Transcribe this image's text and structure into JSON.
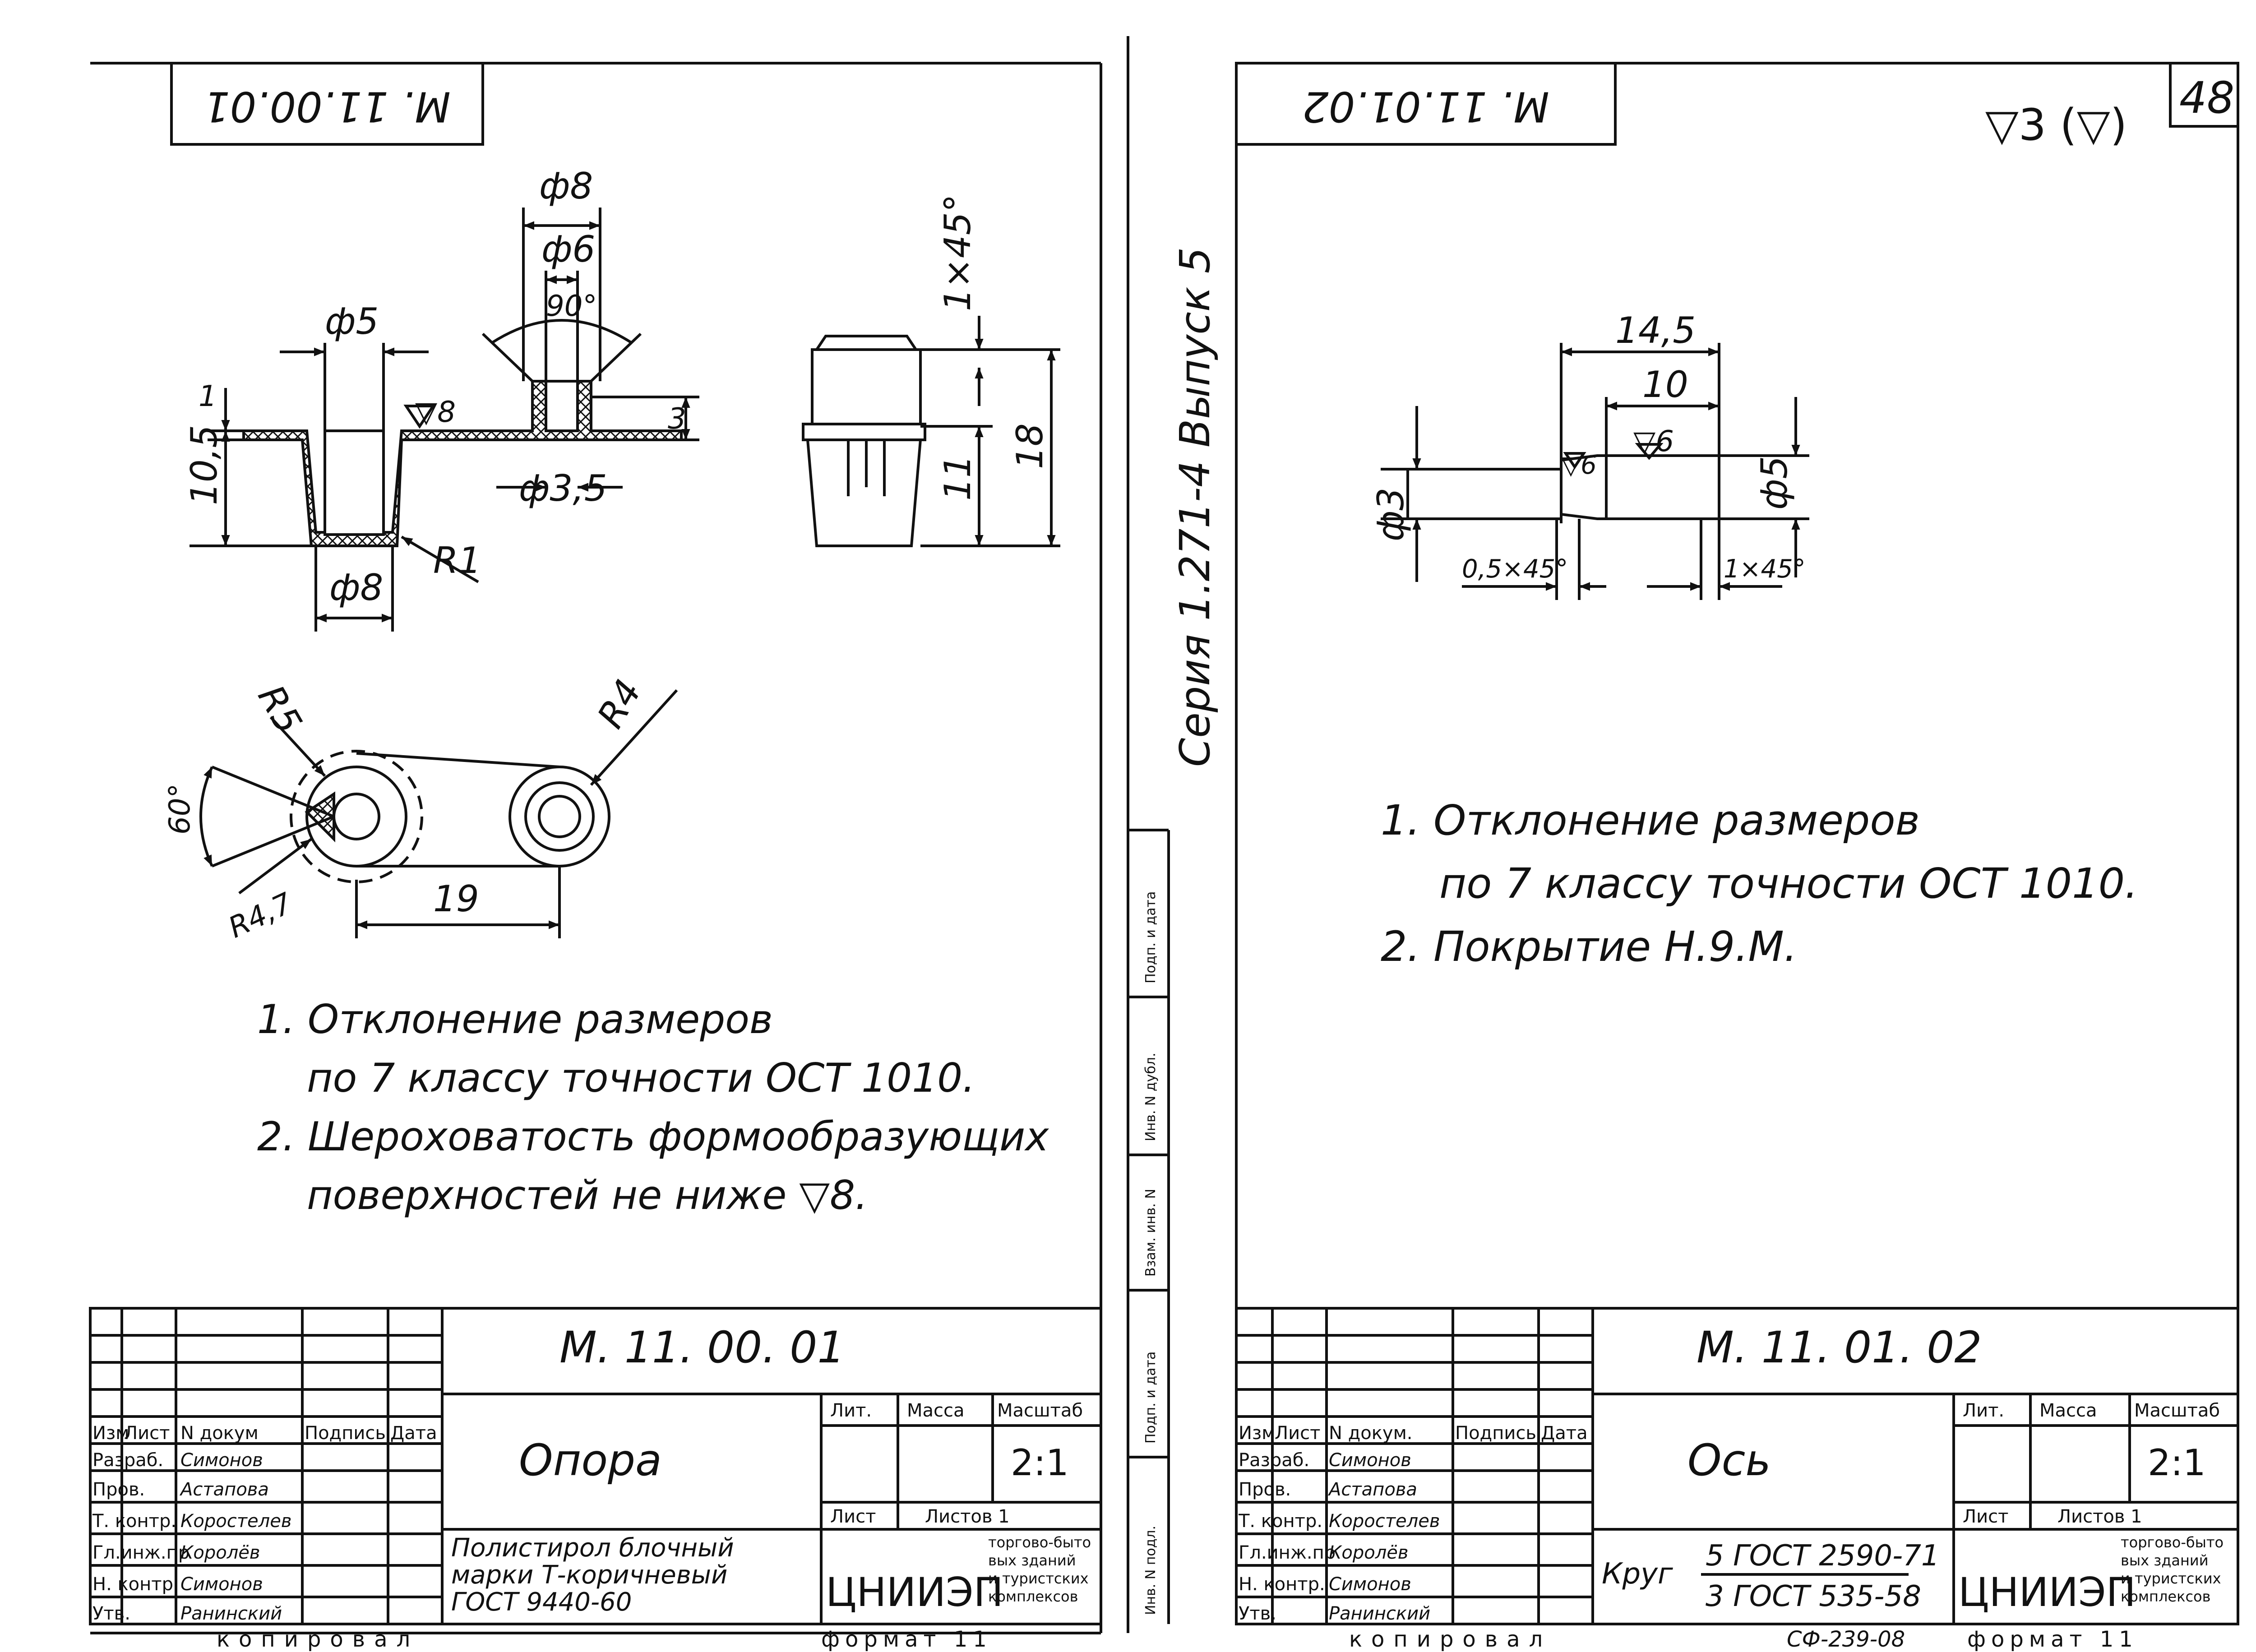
{
  "colors": {
    "ink": "#111111",
    "paper": "#ffffff"
  },
  "left_sheet": {
    "drawing_code_rotated": "M. 11.00.01",
    "dims": {
      "d8_top": "ф8",
      "d6": "ф6",
      "angle90": "90°",
      "d5": "ф5",
      "dim1": "1",
      "rough8": "▽8",
      "dim3": "3",
      "h105": "10,5",
      "d35": "ф3,5",
      "d8_bottom": "ф8",
      "r1": "R1",
      "chamfer": "1×45°",
      "dim11": "11",
      "dim18": "18",
      "r5": "R5",
      "r4": "R4",
      "angle60": "60°",
      "r47": "R4,7",
      "dim19": "19"
    },
    "notes": [
      "1. Отклонение размеров",
      "по 7 классу точности ОСТ 1010.",
      "2. Шероховатость формообразующих",
      "поверхностей не ниже ▽8."
    ],
    "title_block": {
      "code": "М. 11. 00. 01",
      "part_name": "Опора",
      "row_labels": [
        "Изм",
        "Лист",
        "N докум",
        "Подпись",
        "Дата"
      ],
      "roles": [
        "Разраб.",
        "Пров.",
        "Т. контр.",
        "Гл.инж.пр",
        "Н. контр.",
        "Утв."
      ],
      "names": [
        "Симонов",
        "Астапова",
        "Коростелев",
        "Королёв",
        "Симонов",
        "Ранинский"
      ],
      "lit": "Лит.",
      "mass": "Масса",
      "scale_label": "Масштаб",
      "scale": "2:1",
      "sheet": "Лист",
      "sheets": "Листов 1",
      "material_1": "Полистирол блочный",
      "material_2": "марки Т-коричневый",
      "material_3": "ГОСТ 9440-60",
      "org": "ЦНИИЭП",
      "org_desc": [
        "торгово-быто",
        "вых зданий",
        "и туристских",
        "комплексов"
      ]
    },
    "footer_copied": "копировал",
    "footer_format": "формат 11"
  },
  "binding_strip": {
    "series": "Серия 1.271-4 Выпуск 5",
    "fields": [
      "Инв. N подл.",
      "Подп. и дата",
      "Взам. инв. N",
      "Инв. N дубл.",
      "Подп. и дата"
    ]
  },
  "right_sheet": {
    "drawing_code_rotated": "M. 11.01.02",
    "roughness_top": "▽3 (▽)",
    "page_number": "48",
    "dims": {
      "d145": "14,5",
      "d10": "10",
      "rough6a": "▽6",
      "rough6b": "▽6",
      "d3": "ф3",
      "d5": "ф5",
      "chamfer1": "0,5×45°",
      "chamfer2": "1×45°"
    },
    "notes": [
      "1. Отклонение размеров",
      "по 7 классу точности ОСТ 1010.",
      "2. Покрытие Н.9.М."
    ],
    "title_block": {
      "code": "М. 11. 01. 02",
      "part_name": "Ось",
      "row_labels": [
        "Изм",
        "Лист",
        "N докум.",
        "Подпись",
        "Дата"
      ],
      "roles": [
        "Разраб.",
        "Пров.",
        "Т. контр.",
        "Гл.инж.пр",
        "Н. контр.",
        "Утв."
      ],
      "names": [
        "Симонов",
        "Астапова",
        "Коростелев",
        "Королёв",
        "Симонов",
        "Ранинский"
      ],
      "lit": "Лит.",
      "mass": "Масса",
      "scale_label": "Масштаб",
      "scale": "2:1",
      "sheet": "Лист",
      "sheets": "Листов 1",
      "material_prefix": "Круг",
      "material_top": "5 ГОСТ 2590-71",
      "material_bottom": "3 ГОСТ 535-58",
      "org": "ЦНИИЭП",
      "org_desc": [
        "торгово-быто",
        "вых зданий",
        "и туристских",
        "комплексов"
      ]
    },
    "footer_copied": "копировал",
    "footer_code": "СФ-239-08",
    "footer_format": "формат 11"
  }
}
